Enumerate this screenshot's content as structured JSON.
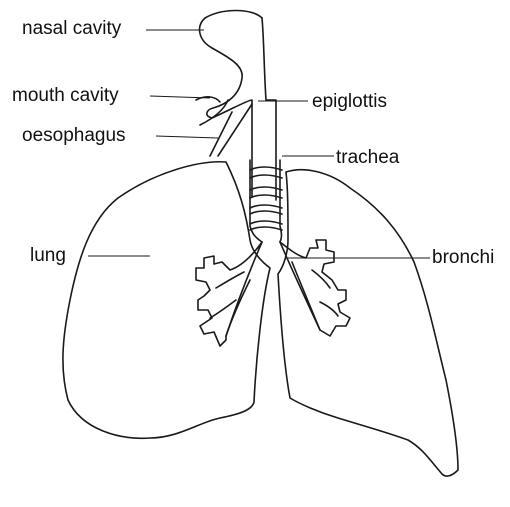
{
  "labels": {
    "nasal_cavity": "nasal cavity",
    "mouth_cavity": "mouth cavity",
    "oesophagus": "oesophagus",
    "epiglottis": "epiglottis",
    "trachea": "trachea",
    "lung": "lung",
    "bronchi": "bronchi"
  },
  "colors": {
    "stroke": "#1a1a1a",
    "text": "#111111",
    "background": "#ffffff"
  }
}
